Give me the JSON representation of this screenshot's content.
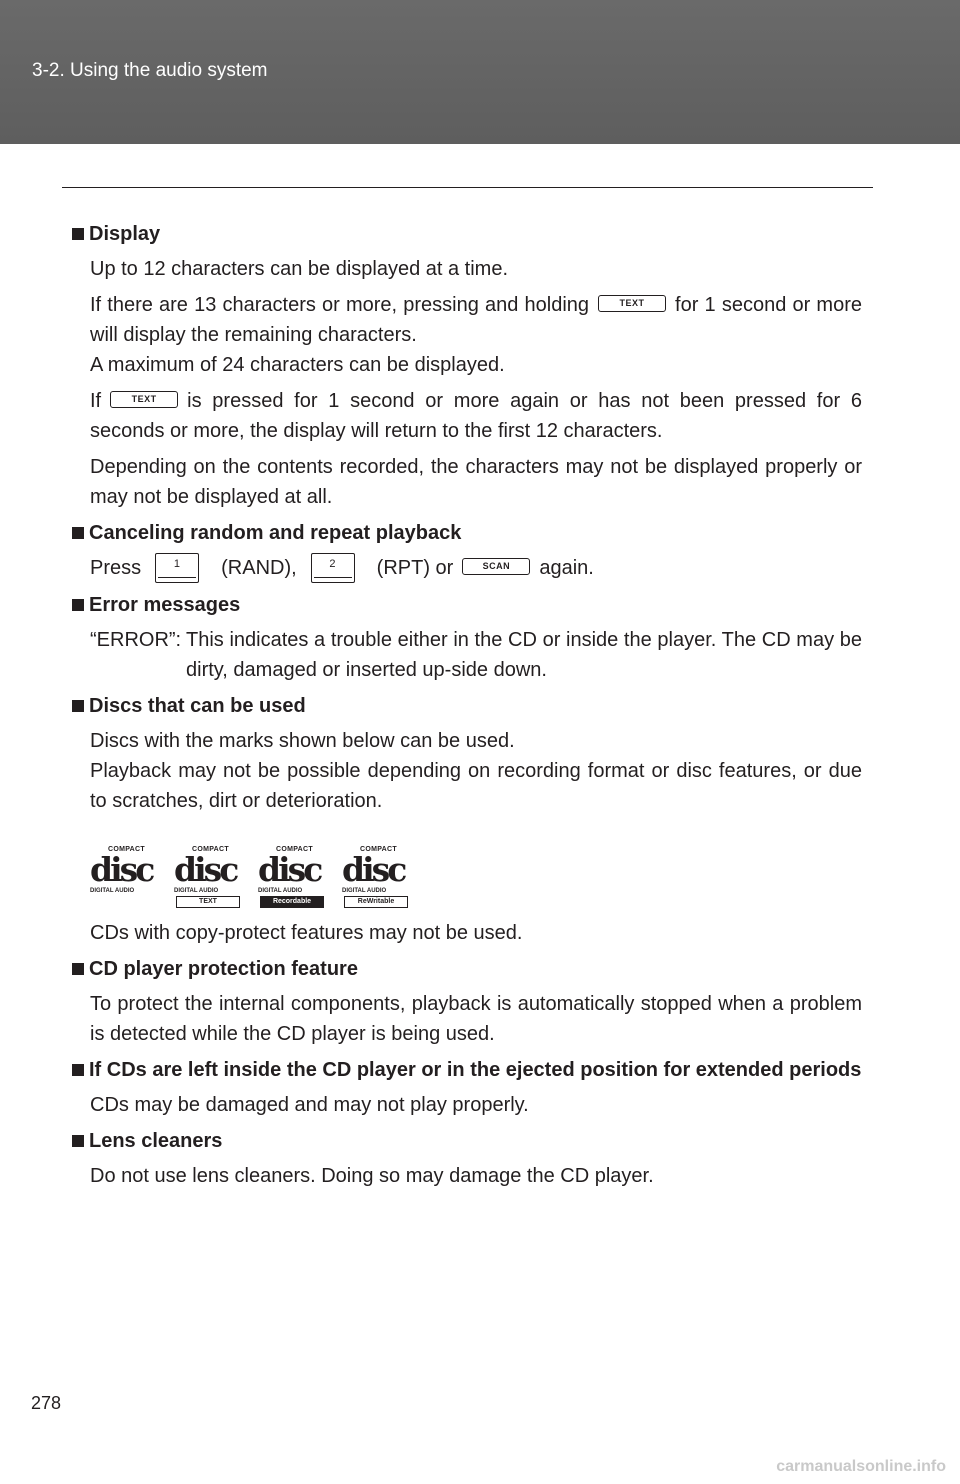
{
  "header": {
    "section": "3-2. Using the audio system"
  },
  "display": {
    "heading": "Display",
    "p1": "Up to 12 characters can be displayed at a time.",
    "p2_pre": "If there are 13 characters or more, pressing and holding",
    "p2_key": "TEXT",
    "p2_post": "for 1 second or more will display the remaining characters.",
    "p3": "A maximum of 24 characters can be displayed.",
    "p4_pre": "If",
    "p4_key": "TEXT",
    "p4_post": "is pressed for 1 second or more again or has not been pressed for 6 seconds or more, the display will return to the first 12 characters.",
    "p5": "Depending on the contents recorded, the characters may not be displayed properly or may not be displayed at all."
  },
  "cancel": {
    "heading": "Canceling random and repeat playback",
    "press": "Press",
    "key1": "1",
    "rand": "(RAND),",
    "key2": "2",
    "rpt": "(RPT) or",
    "key_scan": "SCAN",
    "again": "again."
  },
  "errors": {
    "heading": "Error messages",
    "term": "“ERROR”:",
    "definition": "This indicates a trouble either in the CD or inside the player. The CD may be dirty, damaged or inserted up-side down."
  },
  "discs": {
    "heading": "Discs that can be used",
    "p1": "Discs with the marks shown below can be used.",
    "p2": "Playback may not be possible depending on recording format or disc features, or due to scratches, dirt or deterioration.",
    "logos": [
      {
        "top": "COMPACT",
        "mark": "disc",
        "bottom": "DIGITAL AUDIO",
        "tag": ""
      },
      {
        "top": "COMPACT",
        "mark": "disc",
        "bottom": "DIGITAL AUDIO",
        "tag": "TEXT"
      },
      {
        "top": "COMPACT",
        "mark": "disc",
        "bottom": "DIGITAL AUDIO",
        "tag": "Recordable"
      },
      {
        "top": "COMPACT",
        "mark": "disc",
        "bottom": "DIGITAL AUDIO",
        "tag": "ReWritable"
      }
    ],
    "p3": "CDs with copy-protect features may not be used."
  },
  "protection": {
    "heading": "CD player protection feature",
    "p1": "To protect the internal components, playback is automatically stopped when a problem is detected while the CD player is being used."
  },
  "left_inside": {
    "heading": "If CDs are left inside the CD player or in the ejected position for extended periods",
    "p1": "CDs may be damaged and may not play properly."
  },
  "lens": {
    "heading": "Lens cleaners",
    "p1": "Do not use lens cleaners. Doing so may damage the CD player."
  },
  "page_number": "278",
  "watermark": "carmanualsonline.info"
}
